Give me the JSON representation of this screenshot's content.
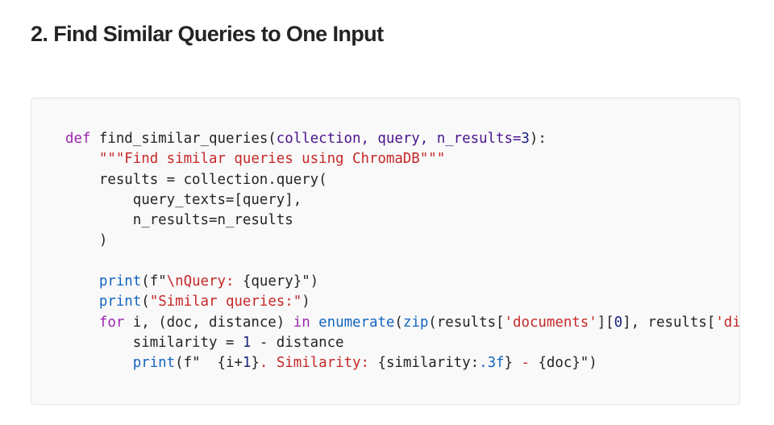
{
  "article": {
    "heading": "2. Find Similar Queries to One Input"
  },
  "code_block": {
    "language": "python",
    "colors": {
      "keyword": "#9c27b0",
      "builtin": "#1565c0",
      "string": "#c62828",
      "number": "#1a237e",
      "param": "#4a148c",
      "default": "#242424",
      "background": "#f9f9f9",
      "border": "#e5e5e5"
    },
    "lines": [
      [
        {
          "t": "def",
          "k": "keyword"
        },
        {
          "t": " find_similar_queries(",
          "k": "default"
        },
        {
          "t": "collection, query, n_results=",
          "k": "param"
        },
        {
          "t": "3",
          "k": "number"
        },
        {
          "t": "):",
          "k": "default"
        }
      ],
      [
        {
          "t": "    ",
          "k": "default"
        },
        {
          "t": "\"\"\"Find similar queries using ChromaDB\"\"\"",
          "k": "string"
        }
      ],
      [
        {
          "t": "    results = collection.query(",
          "k": "default"
        }
      ],
      [
        {
          "t": "        query_texts=[query],",
          "k": "default"
        }
      ],
      [
        {
          "t": "        n_results=n_results",
          "k": "default"
        }
      ],
      [
        {
          "t": "    )",
          "k": "default"
        }
      ],
      [
        {
          "t": "",
          "k": "default"
        }
      ],
      [
        {
          "t": "    ",
          "k": "default"
        },
        {
          "t": "print",
          "k": "builtin"
        },
        {
          "t": "(f\"",
          "k": "default"
        },
        {
          "t": "\\nQuery: ",
          "k": "string"
        },
        {
          "t": "{query}",
          "k": "default"
        },
        {
          "t": "\")",
          "k": "default"
        }
      ],
      [
        {
          "t": "    ",
          "k": "default"
        },
        {
          "t": "print",
          "k": "builtin"
        },
        {
          "t": "(",
          "k": "default"
        },
        {
          "t": "\"Similar queries:\"",
          "k": "string"
        },
        {
          "t": ")",
          "k": "default"
        }
      ],
      [
        {
          "t": "    ",
          "k": "default"
        },
        {
          "t": "for",
          "k": "keyword"
        },
        {
          "t": " i, (doc, distance) ",
          "k": "default"
        },
        {
          "t": "in",
          "k": "keyword"
        },
        {
          "t": " ",
          "k": "default"
        },
        {
          "t": "enumerate",
          "k": "builtin"
        },
        {
          "t": "(",
          "k": "default"
        },
        {
          "t": "zip",
          "k": "builtin"
        },
        {
          "t": "(results[",
          "k": "default"
        },
        {
          "t": "'documents'",
          "k": "string"
        },
        {
          "t": "][",
          "k": "default"
        },
        {
          "t": "0",
          "k": "number"
        },
        {
          "t": "], results[",
          "k": "default"
        },
        {
          "t": "'di",
          "k": "string"
        }
      ],
      [
        {
          "t": "        similarity = ",
          "k": "default"
        },
        {
          "t": "1",
          "k": "number"
        },
        {
          "t": " - distance",
          "k": "default"
        }
      ],
      [
        {
          "t": "        ",
          "k": "default"
        },
        {
          "t": "print",
          "k": "builtin"
        },
        {
          "t": "(f\"  ",
          "k": "default"
        },
        {
          "t": "{i+",
          "k": "default"
        },
        {
          "t": "1",
          "k": "number"
        },
        {
          "t": "}",
          "k": "default"
        },
        {
          "t": ". Similarity: ",
          "k": "string"
        },
        {
          "t": "{similarity:",
          "k": "default"
        },
        {
          "t": ".3f",
          "k": "builtin"
        },
        {
          "t": "}",
          "k": "default"
        },
        {
          "t": " - ",
          "k": "string"
        },
        {
          "t": "{doc}",
          "k": "default"
        },
        {
          "t": "\")",
          "k": "default"
        }
      ]
    ]
  }
}
